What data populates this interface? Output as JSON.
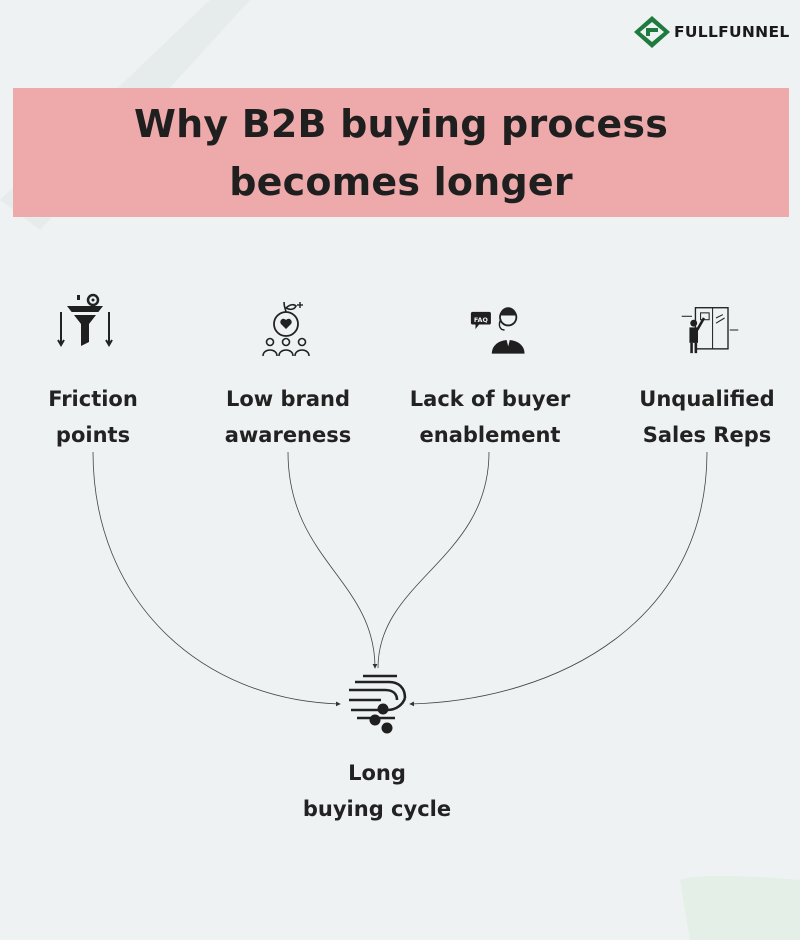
{
  "brand": {
    "name": "FULLFUNNEL",
    "icon": "fullfunnel-logo-icon",
    "color": "#1f7a3f"
  },
  "title": "Why B2B buying process becomes longer",
  "causes": [
    {
      "label": "Friction\npoints",
      "icon": "funnel-gear-icon"
    },
    {
      "label": "Low brand\nawareness",
      "icon": "globe-heart-people-icon"
    },
    {
      "label": "Lack of buyer\nenablement",
      "icon": "faq-support-person-icon"
    },
    {
      "label": "Unqualified\nSales Reps",
      "icon": "presenter-board-icon"
    }
  ],
  "result": {
    "label": "Long\nbuying cycle",
    "icon": "buying-cycle-icon"
  },
  "colors": {
    "banner": "#eeaaaa",
    "background": "#eef2f2",
    "text": "#222222"
  }
}
